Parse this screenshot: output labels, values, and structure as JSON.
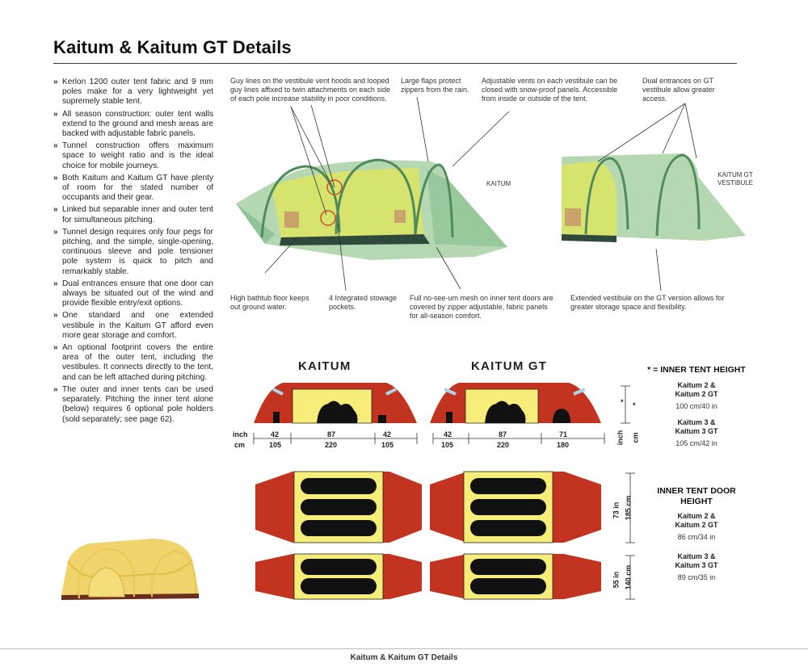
{
  "title": "Kaitum & Kaitum GT Details",
  "bullets": [
    "Kerlon 1200 outer tent fabric and 9 mm poles make for a very lightweight yet supremely stable tent.",
    "All season construction: outer tent walls extend to the ground and mesh areas are backed with adjustable fabric panels.",
    "Tunnel construction offers maximum space to weight ratio and is the ideal choice for mobile journeys.",
    "Both Kaitum and Kaitum GT have plenty of room for the stated number of occupants and their gear.",
    "Linked but separable inner and outer tent for simultaneous pitching.",
    "Tunnel design requires only four pegs for pitching, and the simple, single-opening, continuous sleeve and pole tensioner pole system is quick to pitch and remarkably stable.",
    "Dual entrances ensure that one door can always be situated out of the wind and provide flexible entry/exit options.",
    "One standard and one extended vestibule in the Kaitum GT afford even more gear storage and comfort.",
    "An optional footprint covers the entire area of the outer tent, including the vestibules. It connects directly to the tent, and can be left attached during pitching.",
    "The outer and inner tents can be used separately. Pitching the inner tent alone (below) requires 6 optional pole holders (sold separately; see page 62)."
  ],
  "callouts": {
    "guy_lines": "Guy lines on the vestibule vent hoods and looped guy lines affixed to twin attachments on each side of each pole increase stability in poor conditions.",
    "flaps": "Large flaps protect zippers from the rain.",
    "vents": "Adjustable vents on each vestibule can be closed with snow-proof panels. Accessible from inside or outside of the tent.",
    "dual_entrances": "Dual entrances on GT vestibule allow greater access.",
    "floor": "High bathtub floor keeps out ground water.",
    "pockets": "4 Integrated stowage pockets.",
    "mesh": "Full no-see-um mesh on inner tent doors are covered by zipper adjustable, fabric panels for all-season comfort.",
    "vestibule_gt": "Extended vestibule on the GT version allows for greater storage space and flexibility."
  },
  "photo_labels": {
    "kaitum": "KAITUM",
    "kaitum_gt_line1": "KAITUM GT",
    "kaitum_gt_line2": "VESTIBULE"
  },
  "diagrams": {
    "kaitum_title": "KAITUM",
    "kaitum_gt_title": "KAITUM GT",
    "unit_inch": "inch",
    "unit_cm": "cm",
    "kaitum_inch": [
      "42",
      "87",
      "42"
    ],
    "kaitum_cm": [
      "105",
      "220",
      "105"
    ],
    "gt_inch": [
      "42",
      "87",
      "71"
    ],
    "gt_cm": [
      "105",
      "220",
      "180"
    ],
    "vert_inch": "inch",
    "vert_cm": "cm",
    "star": "*",
    "width_3_in": "73 in",
    "width_3_cm": "185 cm",
    "width_2_in": "55 in",
    "width_2_cm": "140 cm"
  },
  "side": {
    "inner_height_heading": "* = INNER TENT HEIGHT",
    "ih_group1_line1": "Kaitum 2 &",
    "ih_group1_line2": "Kaitum 2 GT",
    "ih_group1_value": "100 cm/40 in",
    "ih_group2_line1": "Kaitum 3 &",
    "ih_group2_line2": "Kaitum 3 GT",
    "ih_group2_value": "105 cm/42 in",
    "door_heading_line1": "INNER TENT DOOR",
    "door_heading_line2": "HEIGHT",
    "dh_group1_line1": "Kaitum 2 &",
    "dh_group1_line2": "Kaitum 2 GT",
    "dh_group1_value": "86 cm/34 in",
    "dh_group2_line1": "Kaitum 3 &",
    "dh_group2_line2": "Kaitum 3 GT",
    "dh_group2_value": "89 cm/35 in"
  },
  "footer": "Kaitum & Kaitum GT Details",
  "colors": {
    "tent_green": "#8fc49a",
    "inner_yellow": "#f2e65a",
    "plan_red": "#c2341f",
    "plan_yellow": "#f7ee7a"
  }
}
